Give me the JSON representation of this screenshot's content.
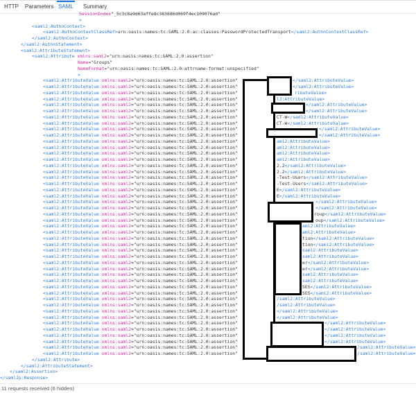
{
  "tabs": [
    {
      "label": "HTTP"
    },
    {
      "label": "Parameters"
    },
    {
      "label": "SAML"
    },
    {
      "label": "Summary"
    }
  ],
  "active_tab": "SAML",
  "xml": {
    "session_attr": "SessionIndex",
    "session_val": "\"_5c3c8a9d63affe8c383686d069f4ec109076ad\"",
    "close_gt": ">",
    "authn_context_open": "<saml2:AuthnContext>",
    "class_ref_open": "<saml2:AuthnContextClassRef>",
    "class_ref_value": "urn:oasis:names:tc:SAML:2.0:ac:classes:PasswordProtectedTransport",
    "class_ref_close": "</saml2:AuthnContextClassRef>",
    "authn_context_close": "</saml2:AuthnContext>",
    "authn_statement_close": "</saml2:AuthnStatement>",
    "attr_statement_open": "<saml2:AttributeStatement>",
    "attribute_open": "<saml2:Attribute",
    "xmlns_attr": "xmlns:saml2",
    "xmlns_val": "=\"urn:oasis:names:tc:SAML:2.0:assertion\"",
    "name_attr": "Name",
    "name_val": "=\"Groups\"",
    "nameformat_attr": "NameFormat",
    "nameformat_val": "=\"urn:oasis:names:tc:SAML:2.0:attrname-format:unspecified\"",
    "value_open": "<saml2:AttributeValue",
    "value_tails": [
      "</saml2:AttributeValue>",
      "</saml2:AttributeValue>",
      "ributeValue>",
      "l2:AttributeValue>",
      "</saml2:AttributeValue>",
      "</saml2:AttributeValue>",
      "CT-W</saml2:AttributeValue>",
      "CT-W</saml2:AttributeValue>",
      "</saml2:AttributeValue>",
      "</saml2:AttributeValue>",
      "aml2:AttributeValue>",
      "aml2:AttributeValue>",
      "aml2:AttributeValue>",
      "aml2:AttributeValue>",
      "2.2</saml2:AttributeValue>",
      "2.2</saml2:AttributeValue>",
      "-Test-Users</saml2:AttributeValue>",
      "-Test-Users</saml2:AttributeValue>",
      "E</saml2:AttributeValue>",
      "E</saml2:AttributeValue>",
      "</saml2:AttributeValue>",
      "</saml2:AttributeValue>",
      "roup</saml2:AttributeValue>",
      "oup</saml2:AttributeValue>",
      "aml2:AttributeValue>",
      "aml2:AttributeValue>",
      "tion</saml2:AttributeValue>",
      "tion</saml2:AttributeValue>",
      "saml2:AttributeValue>",
      "saml2:AttributeValue>",
      "er</saml2:AttributeValue>",
      "er</saml2:AttributeValue>",
      "saml2:AttributeValue>",
      "saml2:AttributeValue>",
      "SES</saml2:AttributeValue>",
      "SES</saml2:AttributeValue>",
      "/saml2:AttributeValue>",
      "/saml2:AttributeValue>",
      "</saml2:AttributeValue>",
      "</saml2:AttributeValue>",
      "</saml2:AttributeValue>",
      "</saml2:AttributeValue>",
      "</saml2:AttributeValue>",
      "</saml2:AttributeValue>",
      "/saml2:AttributeValue>",
      "/saml2:AttributeValue>"
    ],
    "attribute_close": "</saml2:Attribute>",
    "attr_statement_close": "</saml2:AttributeStatement>",
    "assertion_close": "</saml2:Assertion>",
    "response_close": "</saml2p:Response>"
  },
  "status": "11 requests received (6 hidden)"
}
